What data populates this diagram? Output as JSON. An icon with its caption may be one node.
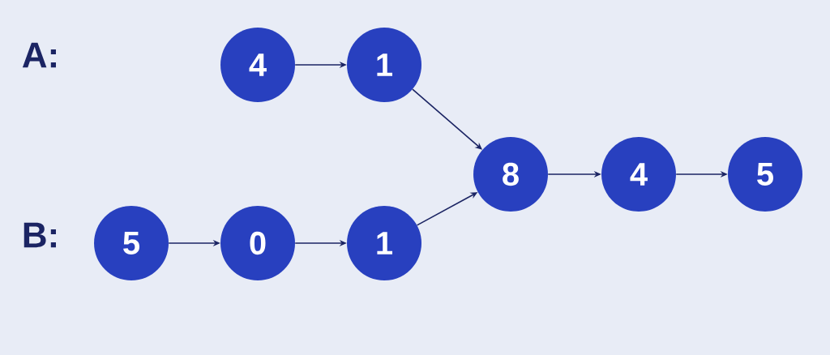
{
  "diagram": {
    "nodes": [
      {
        "text": [
          "4"
        ]
      },
      {
        "text": [
          "1"
        ]
      },
      {
        "text": [
          "5"
        ]
      },
      {
        "text": [
          "0"
        ]
      },
      {
        "text": [
          "1"
        ]
      },
      {
        "text": [
          "8"
        ]
      },
      {
        "text": [
          "4"
        ]
      },
      {
        "text": [
          "5"
        ]
      }
    ],
    "edges": [
      {
        "from": 0,
        "to": 1,
        "arrow": "to"
      },
      {
        "from": 1,
        "to": 5,
        "arrow": "to"
      },
      {
        "from": 2,
        "to": 3,
        "arrow": "to"
      },
      {
        "from": 3,
        "to": 4,
        "arrow": "to"
      },
      {
        "from": 4,
        "to": 5,
        "arrow": "to"
      },
      {
        "from": 5,
        "to": 6,
        "arrow": "to"
      },
      {
        "from": 6,
        "to": 7,
        "arrow": "to"
      }
    ],
    "labels": [
      "A:",
      "B:"
    ]
  }
}
